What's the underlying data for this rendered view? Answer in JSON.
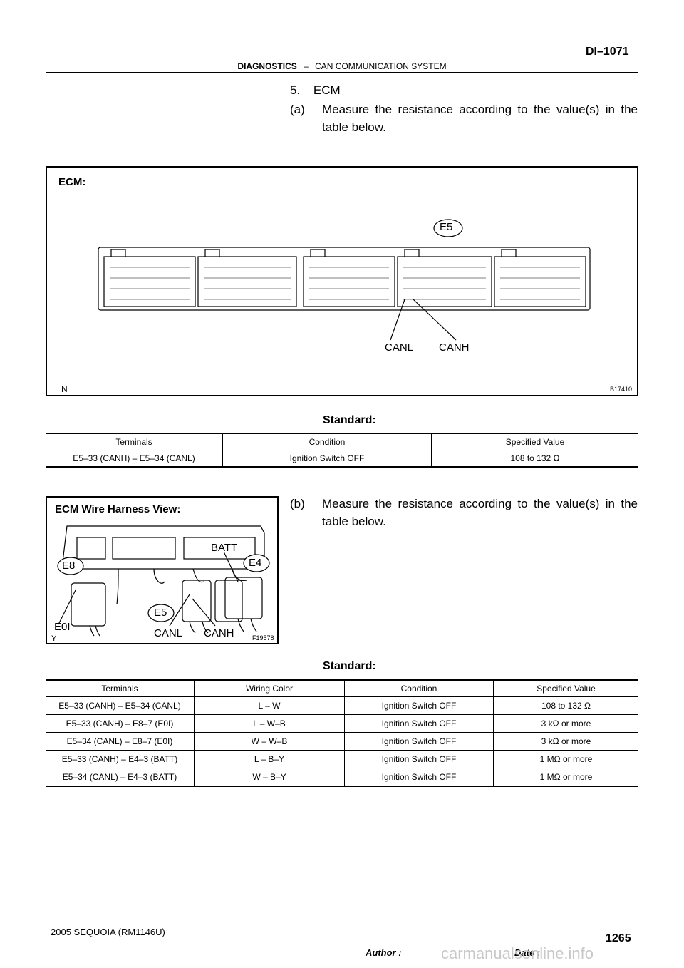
{
  "header": {
    "page_id": "DI–1071",
    "section": "DIAGNOSTICS",
    "dash": "–",
    "subsection": "CAN COMMUNICATION SYSTEM"
  },
  "step": {
    "number": "5.",
    "title": "ECM",
    "a_label": "(a)",
    "a_text": "Measure the resistance according to the value(s) in the table below.",
    "b_label": "(b)",
    "b_text": "Measure the resistance according to the value(s) in the table below."
  },
  "figure1": {
    "title": "ECM:",
    "connector": "E5",
    "canl": "CANL",
    "canh": "CANH",
    "corner": "N",
    "code": "B17410"
  },
  "figure2": {
    "title": "ECM Wire Harness View:",
    "batt": "BATT",
    "e8": "E8",
    "e4": "E4",
    "e5": "E5",
    "e0i": "E0I",
    "canl": "CANL",
    "canh": "CANH",
    "corner": "Y",
    "code": "F19578"
  },
  "table1": {
    "heading": "Standard:",
    "headers": [
      "Terminals",
      "Condition",
      "Specified Value"
    ],
    "rows": [
      [
        "E5–33 (CANH) – E5–34 (CANL)",
        "Ignition Switch OFF",
        "108 to 132 Ω"
      ]
    ]
  },
  "table2": {
    "heading": "Standard:",
    "headers": [
      "Terminals",
      "Wiring Color",
      "Condition",
      "Specified Value"
    ],
    "rows": [
      [
        "E5–33 (CANH) – E5–34 (CANL)",
        "L – W",
        "Ignition Switch OFF",
        "108 to 132 Ω"
      ],
      [
        "E5–33 (CANH) – E8–7 (E0I)",
        "L – W–B",
        "Ignition Switch OFF",
        "3 kΩ or more"
      ],
      [
        "E5–34 (CANL) – E8–7 (E0I)",
        "W – W–B",
        "Ignition Switch OFF",
        "3 kΩ or more"
      ],
      [
        "E5–33 (CANH) – E4–3 (BATT)",
        "L – B–Y",
        "Ignition Switch OFF",
        "1 MΩ or more"
      ],
      [
        "E5–34 (CANL) – E4–3 (BATT)",
        "W – B–Y",
        "Ignition Switch OFF",
        "1 MΩ or more"
      ]
    ]
  },
  "footer": {
    "model": "2005 SEQUOIA   (RM1146U)",
    "author": "Author :",
    "date": "Date :",
    "page": "1265"
  },
  "watermark": "carmanualsonline.info"
}
